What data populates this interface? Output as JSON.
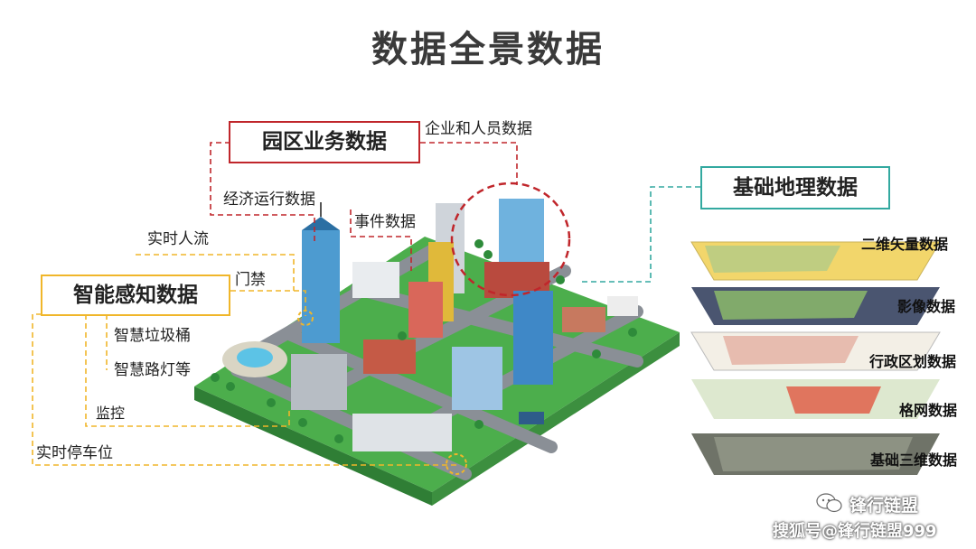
{
  "title": "数据全景数据",
  "categories": {
    "park_business": "园区业务数据",
    "smart_sensing": "智能感知数据",
    "basic_geo": "基础地理数据"
  },
  "park_items": {
    "enterprise": "企业和人员数据",
    "economy": "经济运行数据",
    "events": "事件数据"
  },
  "sensing_items": {
    "crowd": "实时人流",
    "access": "门禁",
    "trash": "智慧垃圾桶",
    "lights": "智慧路灯等",
    "monitor": "监控",
    "parking": "实时停车位"
  },
  "geo_layers": [
    "二维矢量数据",
    "影像数据",
    "行政区划数据",
    "格网数据",
    "基础三维数据"
  ],
  "watermark": {
    "brand": "锋行链盟",
    "source": "搜狐号@锋行链盟999"
  },
  "colors": {
    "red": "#c0262b",
    "yellow": "#f0b62a",
    "teal": "#33a9a0"
  }
}
